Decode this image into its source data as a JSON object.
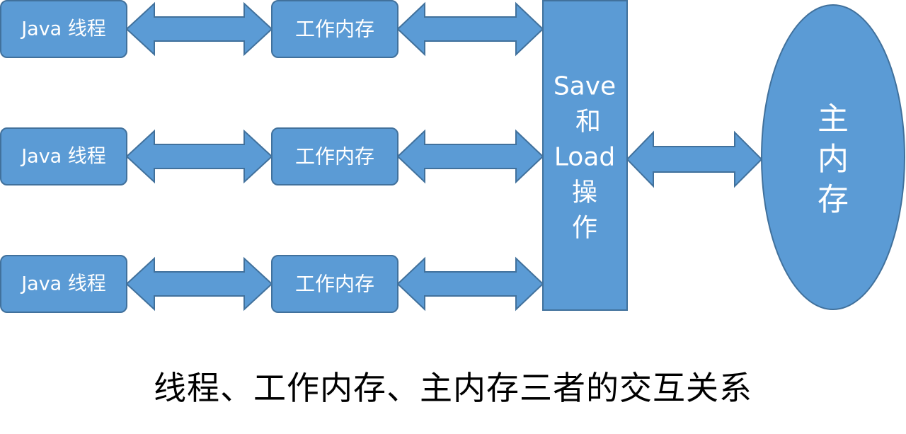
{
  "colors": {
    "fill": "#5b9bd5",
    "stroke": "#41719c",
    "text": "#ffffff",
    "caption": "#000000"
  },
  "rows": [
    {
      "thread_label": "Java 线程",
      "memory_label": "工作内存"
    },
    {
      "thread_label": "Java 线程",
      "memory_label": "工作内存"
    },
    {
      "thread_label": "Java 线程",
      "memory_label": "工作内存"
    }
  ],
  "operations_box": {
    "lines": [
      "Save",
      "和",
      "Load",
      "操",
      "作"
    ]
  },
  "main_memory": {
    "lines": [
      "主",
      "内",
      "存"
    ]
  },
  "arrows": [
    {
      "from": "thread-1",
      "to": "memory-1",
      "direction": "bidirectional"
    },
    {
      "from": "memory-1",
      "to": "operations",
      "direction": "bidirectional"
    },
    {
      "from": "thread-2",
      "to": "memory-2",
      "direction": "bidirectional"
    },
    {
      "from": "memory-2",
      "to": "operations",
      "direction": "bidirectional"
    },
    {
      "from": "thread-3",
      "to": "memory-3",
      "direction": "bidirectional"
    },
    {
      "from": "memory-3",
      "to": "operations",
      "direction": "bidirectional"
    },
    {
      "from": "operations",
      "to": "main-memory",
      "direction": "bidirectional"
    }
  ],
  "caption": "线程、工作内存、主内存三者的交互关系"
}
